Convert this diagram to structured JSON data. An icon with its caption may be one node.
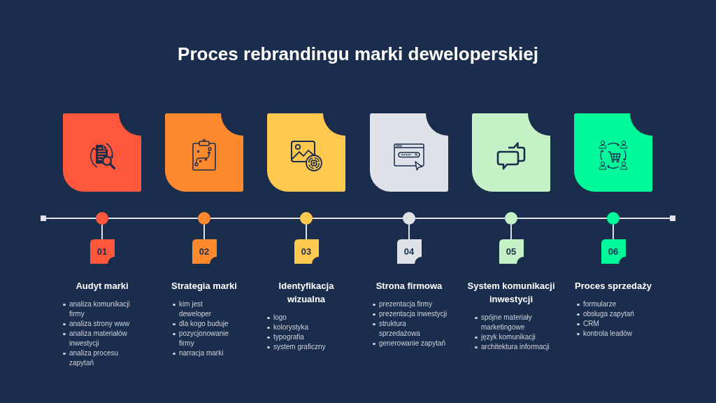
{
  "diagram": {
    "title": "Proces rebrandingu marki deweloperskiej",
    "nodes": [
      {
        "text": [],
        "shape": "box"
      },
      {
        "text": [],
        "shape": "box"
      },
      {
        "text": [],
        "shape": "circle"
      },
      {
        "text": [
          "01"
        ],
        "beside": [
          "Audyt marki",
          "analiza komunikacji firmy",
          "analiza strony www",
          "analiza materiałów inwestycji",
          "analiza procesu zapytań"
        ]
      },
      {
        "text": [],
        "shape": "box"
      },
      {
        "text": [],
        "shape": "circle"
      },
      {
        "text": [
          "02"
        ],
        "beside": [
          "Strategia marki",
          "kim jest deweloper",
          "dla kogo buduje",
          "pozycjonowanie firmy",
          "narracja marki"
        ]
      },
      {
        "text": [],
        "shape": "box"
      },
      {
        "text": [],
        "shape": "circle"
      },
      {
        "text": [
          "03"
        ],
        "beside": [
          "Identyfikacja wizualna",
          "logo",
          "kolorystyka",
          "typografia",
          "system graficzny"
        ]
      },
      {
        "text": [],
        "shape": "box"
      },
      {
        "text": [],
        "shape": "circle"
      },
      {
        "text": [
          "04"
        ],
        "beside": [
          "Strona firmowa",
          "prezentacja firmy",
          "prezentacja inwestycji",
          "struktura sprzedażowa",
          "generowanie zapytań"
        ]
      },
      {
        "text": [],
        "shape": "box"
      },
      {
        "text": [],
        "shape": "circle"
      },
      {
        "text": [
          "05"
        ],
        "beside": [
          "System komunikacji inwestycji",
          "spójne materiały marketingowe",
          "język komunikacji",
          "architektura informacji"
        ]
      },
      {
        "text": [],
        "shape": "box"
      },
      {
        "text": [],
        "shape": "circle"
      },
      {
        "text": [
          "06"
        ],
        "beside": [
          "Proces sprzedaży",
          "formularze",
          "obsługa zapytań",
          "CRM",
          "kontrola leadów"
        ]
      },
      {
        "text": [],
        "shape": "box"
      }
    ],
    "edges": [
      {
        "from": 0,
        "to": 2,
        "arrow": "none"
      },
      {
        "from": 2,
        "to": 5,
        "arrow": "none"
      },
      {
        "from": 5,
        "to": 8,
        "arrow": "none"
      },
      {
        "from": 8,
        "to": 11,
        "arrow": "none"
      },
      {
        "from": 11,
        "to": 14,
        "arrow": "none"
      },
      {
        "from": 14,
        "to": 17,
        "arrow": "none"
      },
      {
        "from": 17,
        "to": 19,
        "arrow": "none"
      },
      {
        "from": 2,
        "to": 3,
        "arrow": "none"
      },
      {
        "from": 5,
        "to": 6,
        "arrow": "none"
      },
      {
        "from": 8,
        "to": 9,
        "arrow": "none"
      },
      {
        "from": 11,
        "to": 12,
        "arrow": "none"
      },
      {
        "from": 14,
        "to": 15,
        "arrow": "none"
      },
      {
        "from": 17,
        "to": 18,
        "arrow": "none"
      }
    ]
  }
}
